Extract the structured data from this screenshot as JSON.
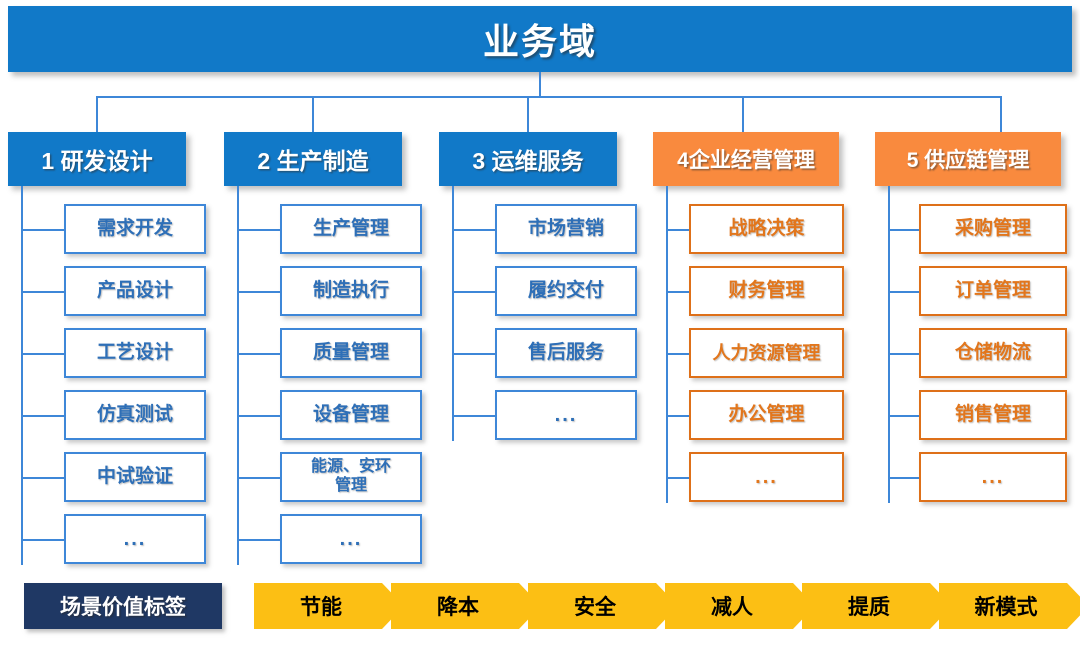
{
  "diagram": {
    "title": "业务域",
    "colors": {
      "header_blue": "#1179C8",
      "header_orange": "#F98A3E",
      "box_blue_border": "#3E87D8",
      "box_blue_text": "#2E6FB7",
      "box_orange_border": "#DE7019",
      "box_orange_text": "#E2761C",
      "tag_label_navy": "#1F3864",
      "chevron_yellow": "#FCBF14",
      "connector_blue": "#3E87D8"
    },
    "columns": [
      {
        "number": "1",
        "header": "1 研发设计",
        "theme": "blue",
        "items": [
          {
            "label": "需求开发"
          },
          {
            "label": "产品设计"
          },
          {
            "label": "工艺设计"
          },
          {
            "label": "仿真测试"
          },
          {
            "label": "中试验证"
          },
          {
            "label": "..."
          }
        ]
      },
      {
        "number": "2",
        "header": "2 生产制造",
        "theme": "blue",
        "items": [
          {
            "label": "生产管理"
          },
          {
            "label": "制造执行"
          },
          {
            "label": "质量管理"
          },
          {
            "label": "设备管理"
          },
          {
            "label": "能源、安环\n管理"
          },
          {
            "label": "..."
          }
        ]
      },
      {
        "number": "3",
        "header": "3 运维服务",
        "theme": "blue",
        "items": [
          {
            "label": "市场营销"
          },
          {
            "label": "履约交付"
          },
          {
            "label": "售后服务"
          },
          {
            "label": "..."
          }
        ]
      },
      {
        "number": "4",
        "header": "4企业经营管理",
        "theme": "orange",
        "items": [
          {
            "label": "战略决策"
          },
          {
            "label": "财务管理"
          },
          {
            "label": "人力资源管理"
          },
          {
            "label": "办公管理"
          },
          {
            "label": "..."
          }
        ]
      },
      {
        "number": "5",
        "header": "5 供应链管理",
        "theme": "orange",
        "items": [
          {
            "label": "采购管理"
          },
          {
            "label": "订单管理"
          },
          {
            "label": "仓储物流"
          },
          {
            "label": "销售管理"
          },
          {
            "label": "..."
          }
        ]
      }
    ],
    "value_strip": {
      "label": "场景价值标签",
      "tags": [
        "节能",
        "降本",
        "安全",
        "减人",
        "提质",
        "新模式"
      ]
    }
  }
}
